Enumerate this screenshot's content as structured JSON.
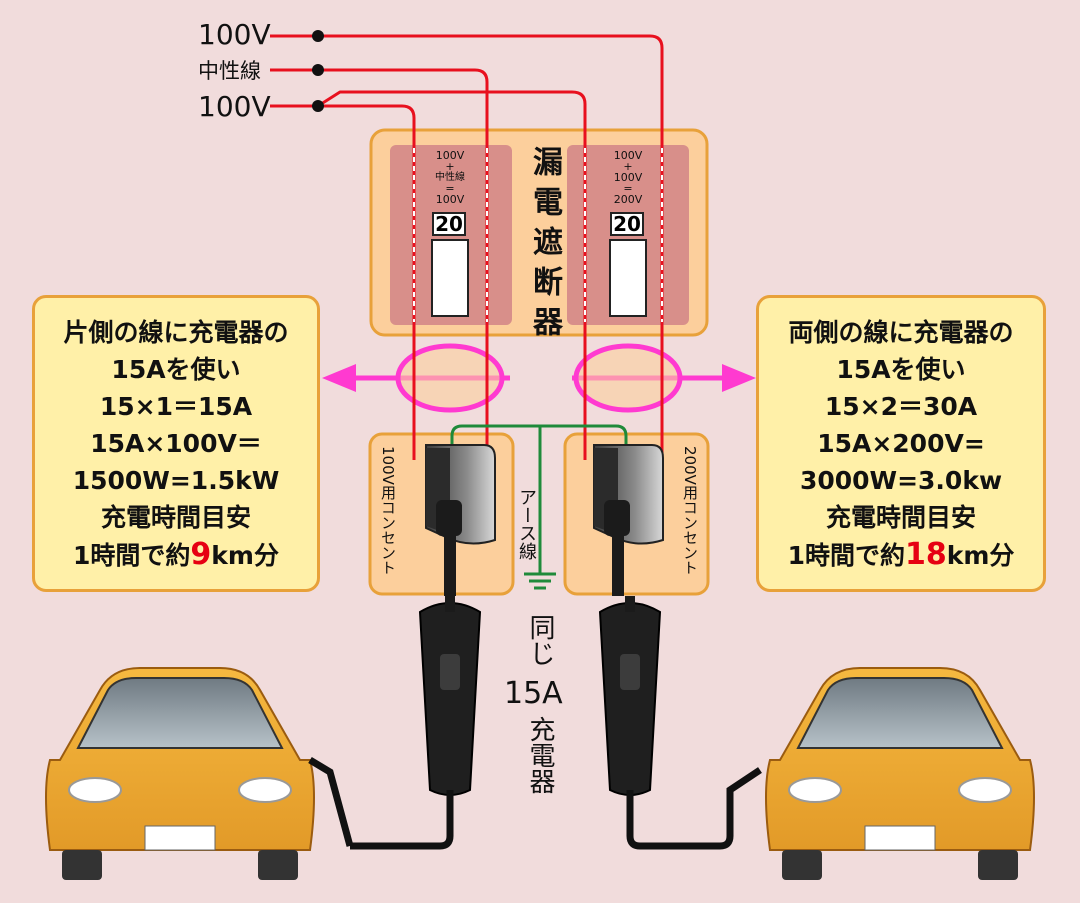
{
  "supply": {
    "line1": "100V",
    "neutral": "中性線",
    "line2": "100V"
  },
  "breaker": {
    "title": "漏電遮断器",
    "left": {
      "formula": [
        "100V",
        "+",
        "中性線",
        "=",
        "100V"
      ],
      "rating": "20"
    },
    "right": {
      "formula": [
        "100V",
        "+",
        "100V",
        "=",
        "200V"
      ],
      "rating": "20"
    }
  },
  "left_panel": {
    "lines": [
      "片側の線に充電器の",
      "15Aを使い",
      "15×1＝15A",
      "15A×100V＝",
      "1500W=1.5kW",
      "充電時間目安"
    ],
    "last_prefix": "1時間で約",
    "last_value": "9",
    "last_suffix": "km分"
  },
  "right_panel": {
    "lines": [
      "両側の線に充電器の",
      "15Aを使い",
      "15×2＝30A",
      "15A×200V=",
      "3000W=3.0kw",
      "充電時間目安"
    ],
    "last_prefix": "1時間で約",
    "last_value": "18",
    "last_suffix": "km分"
  },
  "outlet_left": "100V用コンセント",
  "outlet_right": "200V用コンセント",
  "earth": "アース線",
  "charger_note": {
    "top": "同じ",
    "middle": "15A",
    "bottom": "充電器"
  },
  "colors": {
    "wire": "#e8101e",
    "earth_wire": "#1f8a3a",
    "magenta": "#ff3ad0",
    "panel_fill": "#fff0a8",
    "panel_border": "#e8a13a",
    "breaker_box": "#fccf9c",
    "breaker_slot": "#d88f8a",
    "car": "#f1a935",
    "highlight_red": "#e60012"
  }
}
